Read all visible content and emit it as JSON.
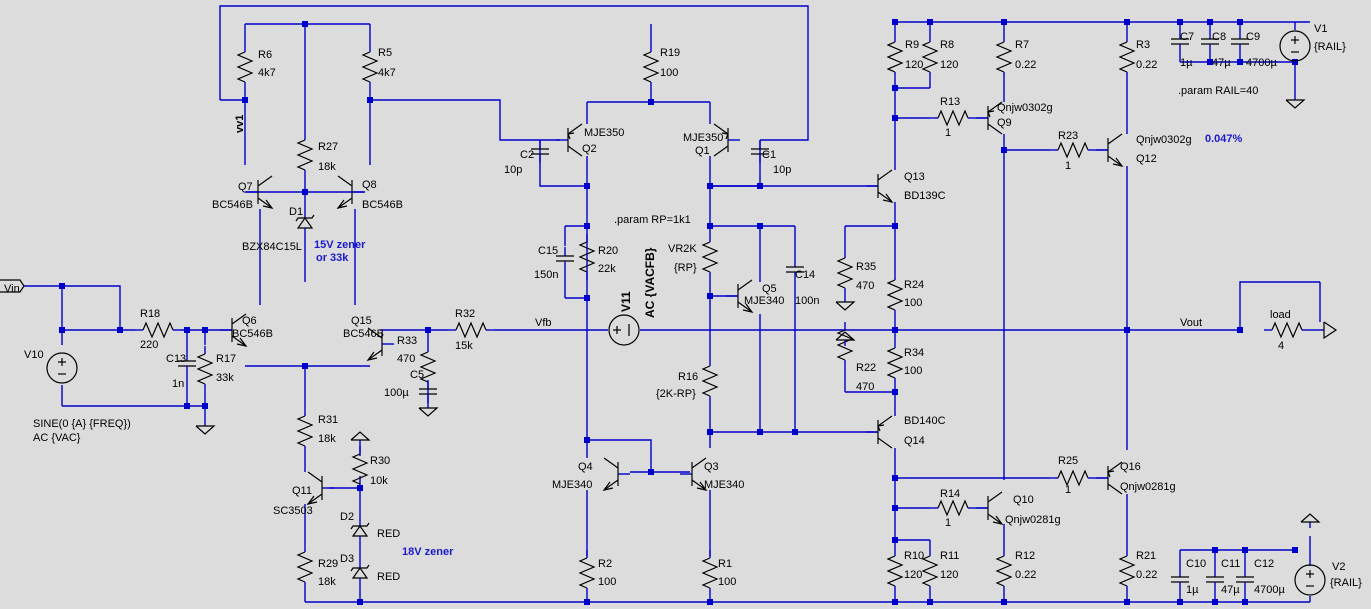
{
  "labels": {
    "r6_name": "R6",
    "r6_val": "4k7",
    "r5_name": "R5",
    "r5_val": "4k7",
    "r19_name": "R19",
    "r19_val": "100",
    "r9_name": "R9",
    "r9_val": "120",
    "r8_name": "R8",
    "r8_val": "120",
    "r7_name": "R7",
    "r7_val": "0.22",
    "r3_name": "R3",
    "r3_val": "0.22",
    "c7_name": "C7",
    "c7_val": "1µ",
    "c8_name": "C8",
    "c8_val": "47µ",
    "c9_name": "C9",
    "c9_val": "4700µ",
    "v1_name": "V1",
    "v1_val": "{RAIL}",
    "param_rail": ".param RAIL=40",
    "vv1": "vv1",
    "r27_name": "R27",
    "r27_val": "18k",
    "q7_name": "Q7",
    "q7_model": "BC546B",
    "q8_name": "Q8",
    "q8_model": "BC546B",
    "d1_name": "D1",
    "d1_model": "BZX84C15L",
    "zener_note": "15V zener",
    "zener_note2": "or 33k",
    "q2_name": "Q2",
    "q2_model": "MJE350",
    "q1_name": "Q1",
    "q1_model": "MJE350",
    "c2_name": "C2",
    "c2_val": "10p",
    "c1_name": "C1",
    "c1_val": "10p",
    "r13_name": "R13",
    "r13_val": "1",
    "q9_name": "Q9",
    "q9_model": "Qnjw0302g",
    "r23_name": "R23",
    "r23_val": "1",
    "q12_name": "Q12",
    "q12_model": "Qnjw0302g",
    "percent": "0.047%",
    "q13_name": "Q13",
    "q13_model": "BD139C",
    "param_rp": ".param RP=1k1",
    "c15_name": "C15",
    "c15_val": "150n",
    "r20_name": "R20",
    "r20_val": "22k",
    "vr2k_name": "VR2K",
    "vr2k_val": "{RP}",
    "q5_name": "Q5",
    "q5_model": "MJE340",
    "c14_name": "C14",
    "c14_val": "100n",
    "r35_name": "R35",
    "r35_val": "470",
    "r24_name": "R24",
    "r24_val": "100",
    "vin": "Vin",
    "r18_name": "R18",
    "r18_val": "220",
    "q6_name": "Q6",
    "q6_model": "BC546B",
    "q15_name": "Q15",
    "q15_model": "BC546B",
    "r33_name": "R33",
    "r33_val": "470",
    "r32_name": "R32",
    "r32_val": "15k",
    "vfb": "Vfb",
    "v11_name": "V11",
    "v11_val": "AC {VACFB}",
    "vout": "Vout",
    "load_name": "load",
    "load_val": "4",
    "v10_name": "V10",
    "c13_name": "C13",
    "c13_val": "1n",
    "r17_name": "R17",
    "r17_val": "33k",
    "c5_name": "C5",
    "c5_val": "100µ",
    "r16_name": "R16",
    "r16_val": "{2K-RP}",
    "r34_name": "R34",
    "r34_val": "100",
    "r22_name": "R22",
    "r22_val": "470",
    "sine": "SINE(0 {A} {FREQ})",
    "ac": "AC {VAC}",
    "r31_name": "R31",
    "r31_val": "18k",
    "r30_name": "R30",
    "r30_val": "10k",
    "q14_name": "Q14",
    "q14_model": "BD140C",
    "q11_name": "Q11",
    "q11_model": "SC3503",
    "d2_name": "D2",
    "d3_name": "D3",
    "red1": "RED",
    "red2": "RED",
    "zener18": "18V zener",
    "q4_name": "Q4",
    "q4_model": "MJE340",
    "q3_name": "Q3",
    "q3_model": "MJE340",
    "r25_name": "R25",
    "r25_val": "1",
    "q16_name": "Q16",
    "q16_model": "Qnjw0281g",
    "r14_name": "R14",
    "r14_val": "1",
    "q10_name": "Q10",
    "q10_model": "Qnjw0281g",
    "r29_name": "R29",
    "r29_val": "18k",
    "r2_name": "R2",
    "r2_val": "100",
    "r1_name": "R1",
    "r1_val": "100",
    "r10_name": "R10",
    "r10_val": "120",
    "r11_name": "R11",
    "r11_val": "120",
    "r12_name": "R12",
    "r12_val": "0.22",
    "r21_name": "R21",
    "r21_val": "0.22",
    "c10_name": "C10",
    "c10_val": "1µ",
    "c11_name": "C11",
    "c11_val": "47µ",
    "c12_name": "C12",
    "c12_val": "4700µ",
    "v2_name": "V2",
    "v2_val": "{RAIL}"
  }
}
